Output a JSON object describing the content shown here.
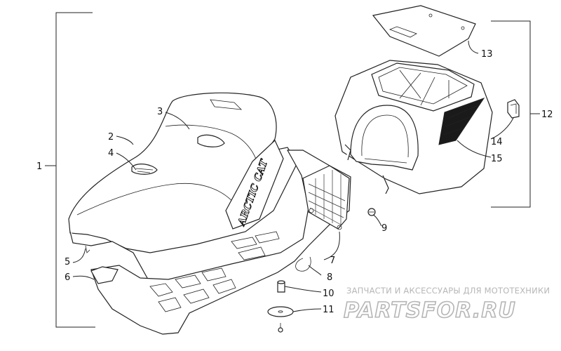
{
  "callouts": [
    "1",
    "2",
    "3",
    "4",
    "5",
    "6",
    "7",
    "8",
    "9",
    "10",
    "11",
    "12",
    "13",
    "14",
    "15"
  ],
  "seat_branding": "ARCTIC CAT",
  "watermark": {
    "subtitle": "ЗАПЧАСТИ И АКСЕССУАРЫ ДЛЯ МОТОТЕХНИКИ",
    "brand": "PARTSFOR.RU"
  },
  "colors": {
    "ink": "#222222",
    "watermark": "#b5b5b5"
  }
}
